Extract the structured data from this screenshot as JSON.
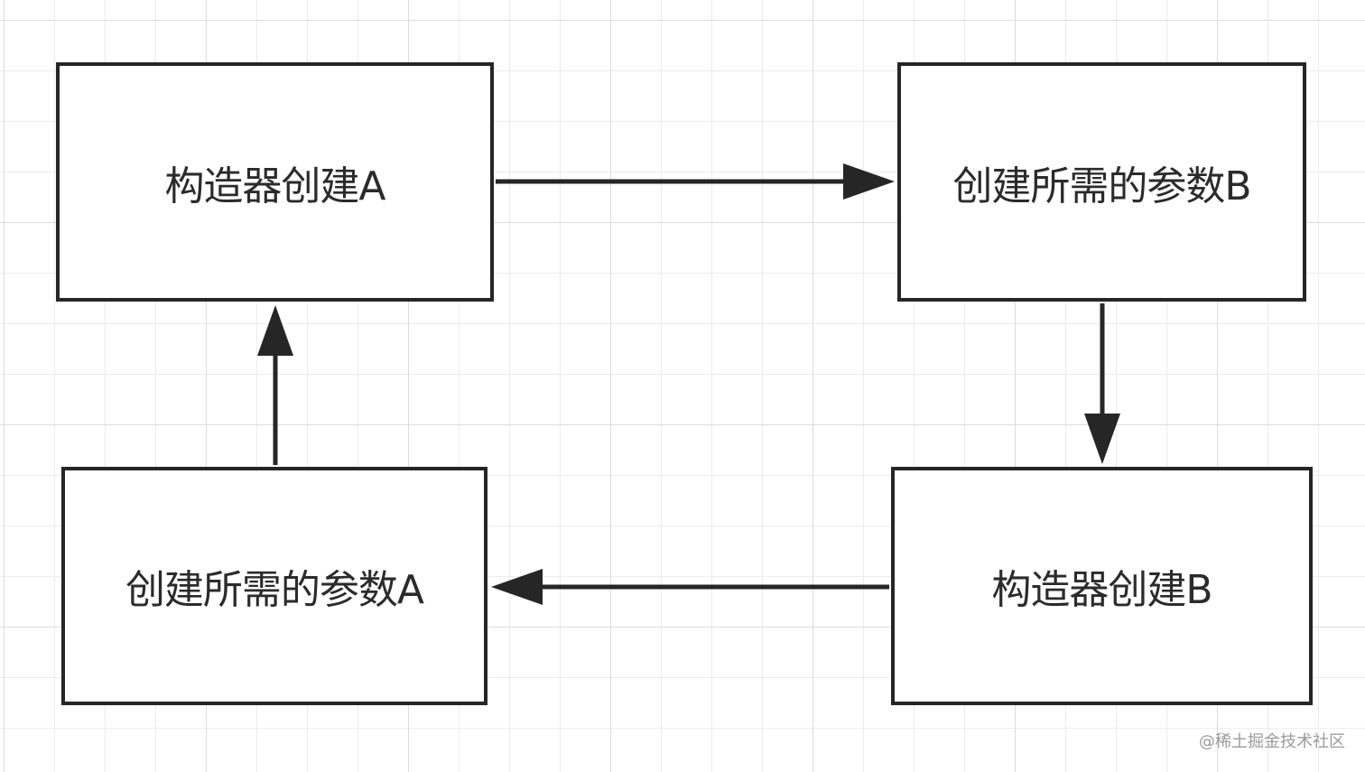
{
  "nodes": {
    "top_left": "构造器创建A",
    "top_right": "创建所需的参数B",
    "bottom_right": "构造器创建B",
    "bottom_left": "创建所需的参数A"
  },
  "edges": [
    {
      "from": "top_left",
      "to": "top_right"
    },
    {
      "from": "top_right",
      "to": "bottom_right"
    },
    {
      "from": "bottom_right",
      "to": "bottom_left"
    },
    {
      "from": "bottom_left",
      "to": "top_left"
    }
  ],
  "watermark": "@稀土掘金技术社区",
  "colors": {
    "stroke": "#262626",
    "background": "#ffffff",
    "grid": "#dcdcdc"
  }
}
